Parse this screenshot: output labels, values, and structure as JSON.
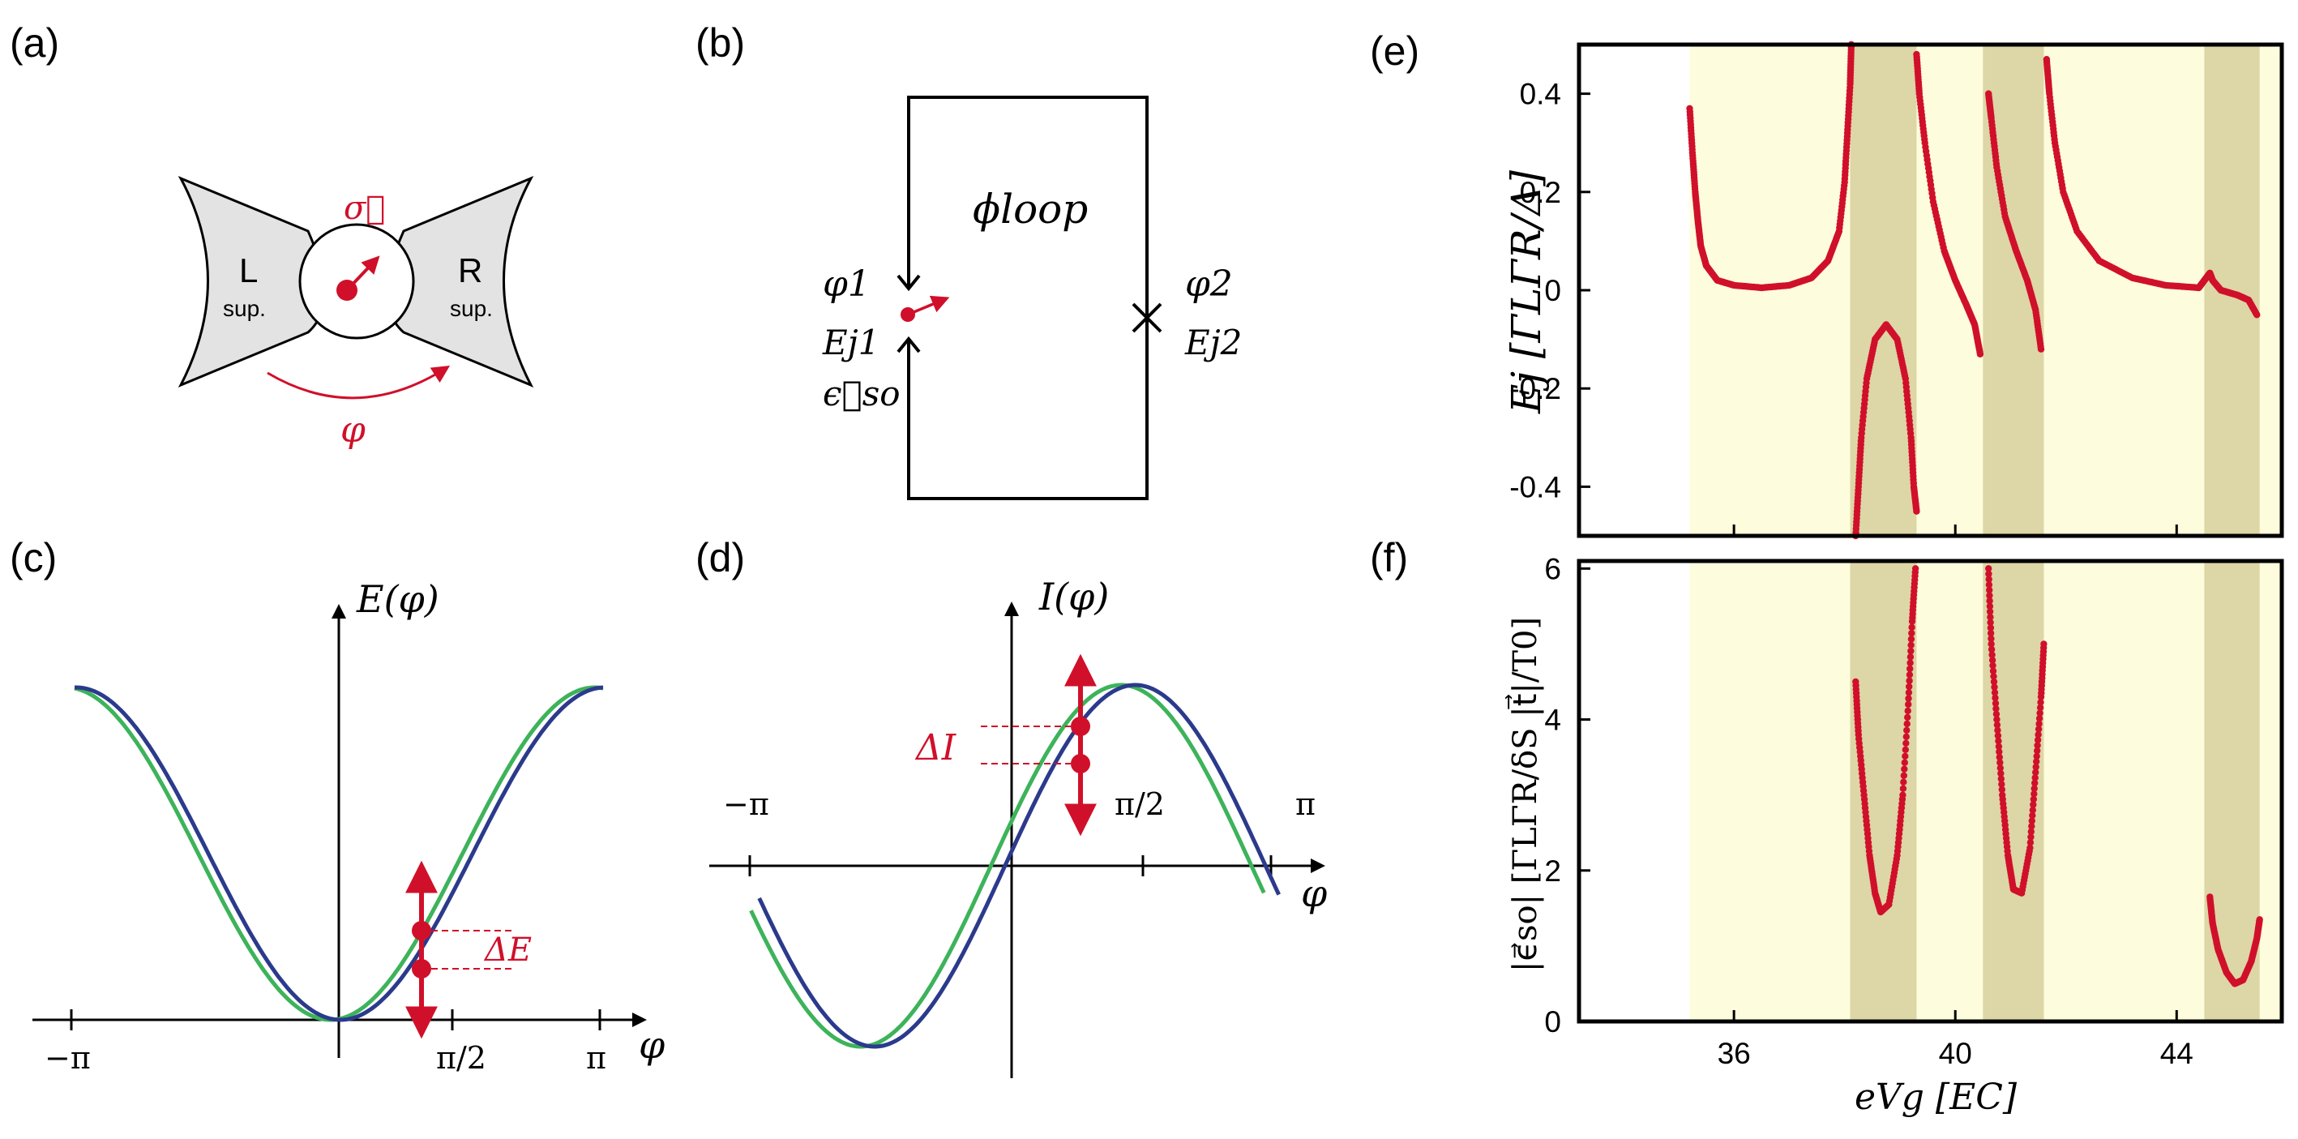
{
  "panel_labels": [
    "(a)",
    "(b)",
    "(c)",
    "(d)",
    "(e)",
    "(f)"
  ],
  "panel_a": {
    "left_lead": "L",
    "left_lead_sub": "sup.",
    "right_lead": "R",
    "right_lead_sub": "sup.",
    "spin_label": "σ⃗",
    "phase_label": "φ"
  },
  "panel_b": {
    "loop_label": "ϕloop",
    "junction1_phase": "φ1",
    "junction1_energy": "Ej1",
    "junction1_so": "ϵ⃗so",
    "junction2_phase": "φ2",
    "junction2_energy": "Ej2"
  },
  "panel_c": {
    "y_axis_label": "E(φ)",
    "x_axis_label": "φ",
    "x_ticks": [
      "−π",
      "π/2",
      "π"
    ],
    "delta_label": "ΔE"
  },
  "panel_d": {
    "y_axis_label": "I(φ)",
    "x_axis_label": "φ",
    "x_ticks": [
      "−π",
      "π/2",
      "π"
    ],
    "delta_label": "ΔI"
  },
  "colors": {
    "red": "#d0102a",
    "green": "#3db35a",
    "blue": "#2b3a8c",
    "band_light": "#fdfcdc",
    "band_dark": "#ddd6a6",
    "lead_fill": "#e3e3e3"
  },
  "chart_data": [
    {
      "type": "scatter",
      "panel": "(e)",
      "ylabel": "Ej [ΓLΓR/Δ]",
      "xlabel": "",
      "xlim": [
        33.2,
        45.9
      ],
      "ylim": [
        -0.5,
        0.5
      ],
      "y_ticks": [
        "0.4",
        "0.2",
        "0",
        "-0.2",
        "-0.4"
      ],
      "y_tick_values": [
        0.4,
        0.2,
        0,
        -0.2,
        -0.4
      ],
      "light_band": [
        35.2,
        45.9
      ],
      "dark_bands": [
        [
          38.1,
          39.3
        ],
        [
          40.5,
          41.6
        ],
        [
          44.5,
          45.5
        ]
      ],
      "series": [
        {
          "values": [
            [
              35.2,
              0.37
            ],
            [
              35.25,
              0.28
            ],
            [
              35.3,
              0.2
            ],
            [
              35.35,
              0.14
            ],
            [
              35.4,
              0.09
            ],
            [
              35.5,
              0.05
            ],
            [
              35.7,
              0.02
            ],
            [
              36.0,
              0.01
            ],
            [
              36.5,
              0.005
            ],
            [
              37.0,
              0.01
            ],
            [
              37.4,
              0.025
            ],
            [
              37.7,
              0.06
            ],
            [
              37.9,
              0.12
            ],
            [
              38.0,
              0.22
            ],
            [
              38.05,
              0.32
            ],
            [
              38.1,
              0.42
            ],
            [
              38.12,
              0.5
            ]
          ]
        },
        {
          "values": [
            [
              38.2,
              -0.5
            ],
            [
              38.25,
              -0.4
            ],
            [
              38.3,
              -0.3
            ],
            [
              38.4,
              -0.18
            ],
            [
              38.55,
              -0.1
            ],
            [
              38.75,
              -0.07
            ],
            [
              38.95,
              -0.1
            ],
            [
              39.1,
              -0.18
            ],
            [
              39.2,
              -0.3
            ],
            [
              39.25,
              -0.4
            ],
            [
              39.3,
              -0.45
            ]
          ]
        },
        {
          "values": [
            [
              39.3,
              0.48
            ],
            [
              39.35,
              0.4
            ],
            [
              39.45,
              0.3
            ],
            [
              39.6,
              0.18
            ],
            [
              39.8,
              0.08
            ],
            [
              40.0,
              0.02
            ],
            [
              40.2,
              -0.03
            ],
            [
              40.35,
              -0.07
            ],
            [
              40.45,
              -0.13
            ]
          ]
        },
        {
          "values": [
            [
              40.6,
              0.4
            ],
            [
              40.65,
              0.35
            ],
            [
              40.75,
              0.25
            ],
            [
              40.9,
              0.15
            ],
            [
              41.1,
              0.08
            ],
            [
              41.3,
              0.02
            ],
            [
              41.45,
              -0.04
            ],
            [
              41.55,
              -0.12
            ]
          ]
        },
        {
          "values": [
            [
              41.65,
              0.47
            ],
            [
              41.7,
              0.4
            ],
            [
              41.8,
              0.3
            ],
            [
              41.95,
              0.2
            ],
            [
              42.2,
              0.12
            ],
            [
              42.6,
              0.06
            ],
            [
              43.2,
              0.025
            ],
            [
              43.8,
              0.01
            ],
            [
              44.4,
              0.005
            ],
            [
              44.5,
              0.02
            ],
            [
              44.6,
              0.035
            ],
            [
              44.65,
              0.02
            ],
            [
              44.8,
              0.0
            ],
            [
              45.1,
              -0.01
            ],
            [
              45.3,
              -0.02
            ],
            [
              45.45,
              -0.05
            ]
          ]
        }
      ]
    },
    {
      "type": "scatter",
      "panel": "(f)",
      "ylabel": "|ϵ⃗so| [ΓLΓR/δS |t⃗|/T0]",
      "xlabel": "eVg [EC]",
      "xlim": [
        33.2,
        45.9
      ],
      "ylim": [
        0,
        6.1
      ],
      "x_ticks": [
        "36",
        "40",
        "44"
      ],
      "x_tick_values": [
        36,
        40,
        44
      ],
      "y_ticks": [
        "6",
        "4",
        "2",
        "0"
      ],
      "y_tick_values": [
        6,
        4,
        2,
        0
      ],
      "light_band": [
        35.2,
        45.9
      ],
      "dark_bands": [
        [
          38.1,
          39.3
        ],
        [
          40.5,
          41.6
        ],
        [
          44.5,
          45.5
        ]
      ],
      "series": [
        {
          "values": [
            [
              38.2,
              4.5
            ],
            [
              38.25,
              3.8
            ],
            [
              38.35,
              3.0
            ],
            [
              38.45,
              2.2
            ],
            [
              38.55,
              1.7
            ],
            [
              38.65,
              1.45
            ],
            [
              38.8,
              1.55
            ],
            [
              38.95,
              2.2
            ],
            [
              39.05,
              3.0
            ],
            [
              39.15,
              4.2
            ],
            [
              39.22,
              5.3
            ],
            [
              39.28,
              6.0
            ]
          ]
        },
        {
          "values": [
            [
              40.6,
              6.0
            ],
            [
              40.65,
              5.0
            ],
            [
              40.75,
              4.0
            ],
            [
              40.85,
              3.0
            ],
            [
              40.95,
              2.2
            ],
            [
              41.05,
              1.75
            ],
            [
              41.2,
              1.7
            ],
            [
              41.35,
              2.3
            ],
            [
              41.45,
              3.3
            ],
            [
              41.55,
              4.3
            ],
            [
              41.6,
              5.0
            ]
          ]
        },
        {
          "values": [
            [
              44.6,
              1.65
            ],
            [
              44.65,
              1.3
            ],
            [
              44.75,
              0.95
            ],
            [
              44.9,
              0.65
            ],
            [
              45.05,
              0.5
            ],
            [
              45.2,
              0.55
            ],
            [
              45.35,
              0.8
            ],
            [
              45.45,
              1.1
            ],
            [
              45.5,
              1.35
            ]
          ]
        }
      ]
    }
  ]
}
